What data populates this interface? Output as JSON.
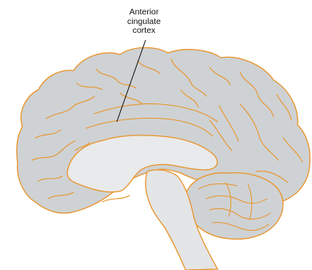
{
  "annotation": {
    "lines": [
      "Anterior",
      "cingulate",
      "cortex"
    ]
  },
  "colors": {
    "background": "#ffffff",
    "tissue": "#cfd2d4",
    "outline": "#e8952d",
    "ventricle": "#e9eaeb",
    "leader_line": "#111111",
    "label_text": "#111111"
  }
}
